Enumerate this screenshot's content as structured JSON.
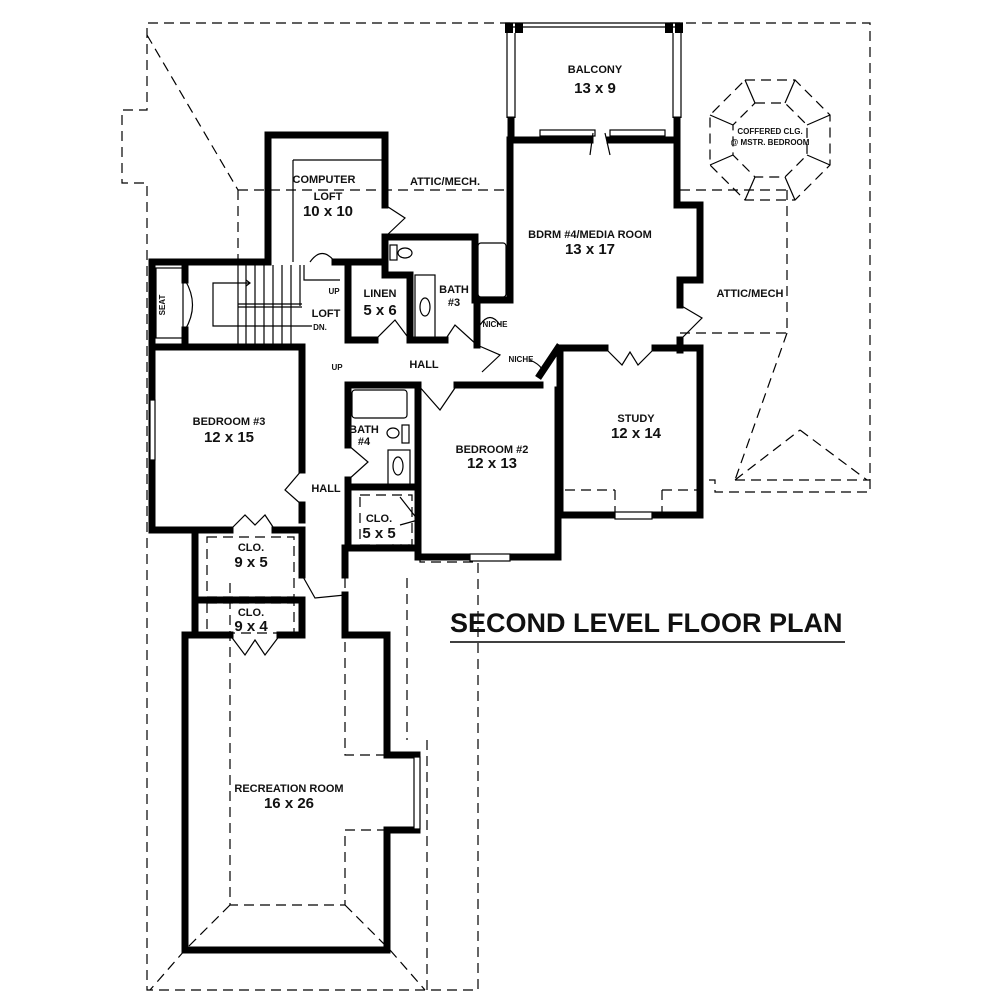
{
  "title": "SECOND LEVEL FLOOR PLAN",
  "rooms": {
    "balcony": {
      "name": "BALCONY",
      "size": "13 x 9"
    },
    "computer_loft": {
      "name_line1": "COMPUTER",
      "name_line2": "LOFT",
      "size": "10 x 10"
    },
    "bdrm4": {
      "name": "BDRM #4/MEDIA ROOM",
      "size": "13 x 17"
    },
    "linen": {
      "name": "LINEN",
      "size": "5 x 6"
    },
    "bath3": {
      "name_line1": "BATH",
      "name_line2": "#3"
    },
    "loft": {
      "name": "LOFT"
    },
    "bedroom3": {
      "name": "BEDROOM #3",
      "size": "12 x 15"
    },
    "bath4": {
      "name_line1": "BATH",
      "name_line2": "#4"
    },
    "bedroom2": {
      "name": "BEDROOM #2",
      "size": "12 x 13"
    },
    "study": {
      "name": "STUDY",
      "size": "12 x 14"
    },
    "clo_5x5": {
      "name": "CLO.",
      "size": "5 x 5"
    },
    "clo_9x5": {
      "name": "CLO.",
      "size": "9 x 5"
    },
    "clo_9x4": {
      "name": "CLO.",
      "size": "9 x 4"
    },
    "recreation": {
      "name": "RECREATION ROOM",
      "size": "16 x 26"
    }
  },
  "annotations": {
    "attic_top": "ATTIC/MECH.",
    "attic_right": "ATTIC/MECH",
    "coffered_line1": "COFFERED CLG.",
    "coffered_line2": "@ MSTR. BEDROOM",
    "hall_upper": "HALL",
    "hall_lower": "HALL",
    "niche1": "NICHE",
    "niche2": "NICHE",
    "seat": "SEAT",
    "stair_up_top": "UP",
    "stair_dn": "DN.",
    "stair_up_hall": "UP"
  }
}
